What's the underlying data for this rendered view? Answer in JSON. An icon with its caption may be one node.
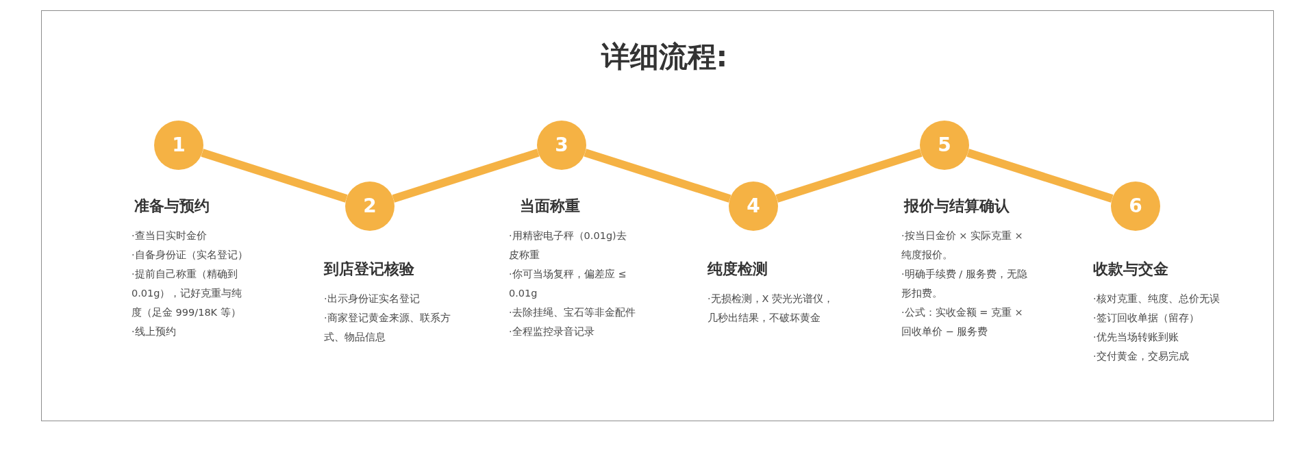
{
  "diagram": {
    "title": "详细流程:",
    "nodes": [
      {
        "text": [
          "1"
        ],
        "beside": [
          "准备与预约",
          "·查当日实时金价",
          "·自备身份证（实名登记）",
          "·提前自己称重（精确到0.01g），记好克重与纯度（足金 999/18K 等）",
          "·线上预约"
        ]
      },
      {
        "text": [
          "2"
        ],
        "beside": [
          "到店登记核验",
          "·出示身份证实名登记",
          "·商家登记黄金来源、联系方式、物品信息"
        ]
      },
      {
        "text": [
          "3"
        ],
        "beside": [
          "当面称重",
          "·用精密电子秤（0.01g)去皮称重",
          "·你可当场复秤，偏差应 ≤ 0.01g",
          "·去除挂绳、宝石等非金配件",
          "·全程监控录音记录"
        ]
      },
      {
        "text": [
          "4"
        ],
        "beside": [
          "纯度检测",
          "·无损检测，X 荧光光谱仪，几秒出结果，不破坏黄金"
        ]
      },
      {
        "text": [
          "5"
        ],
        "beside": [
          "报价与结算确认",
          "·按当日金价 × 实际克重 × 纯度报价。",
          "·明确手续费 / 服务费，无隐形扣费。",
          "·公式：实收金额 = 克重 × 回收单价 − 服务费"
        ]
      },
      {
        "text": [
          "6"
        ],
        "beside": [
          "收款与交金",
          "·核对克重、纯度、总价无误",
          "·签订回收单据（留存）",
          "·优先当场转账到账",
          "·交付黄金，交易完成"
        ]
      }
    ],
    "edges": [
      {
        "from": 0,
        "to": 1,
        "arrow": "none"
      },
      {
        "from": 1,
        "to": 2,
        "arrow": "none"
      },
      {
        "from": 2,
        "to": 3,
        "arrow": "none"
      },
      {
        "from": 3,
        "to": 4,
        "arrow": "none"
      },
      {
        "from": 4,
        "to": 5,
        "arrow": "none"
      }
    ]
  }
}
